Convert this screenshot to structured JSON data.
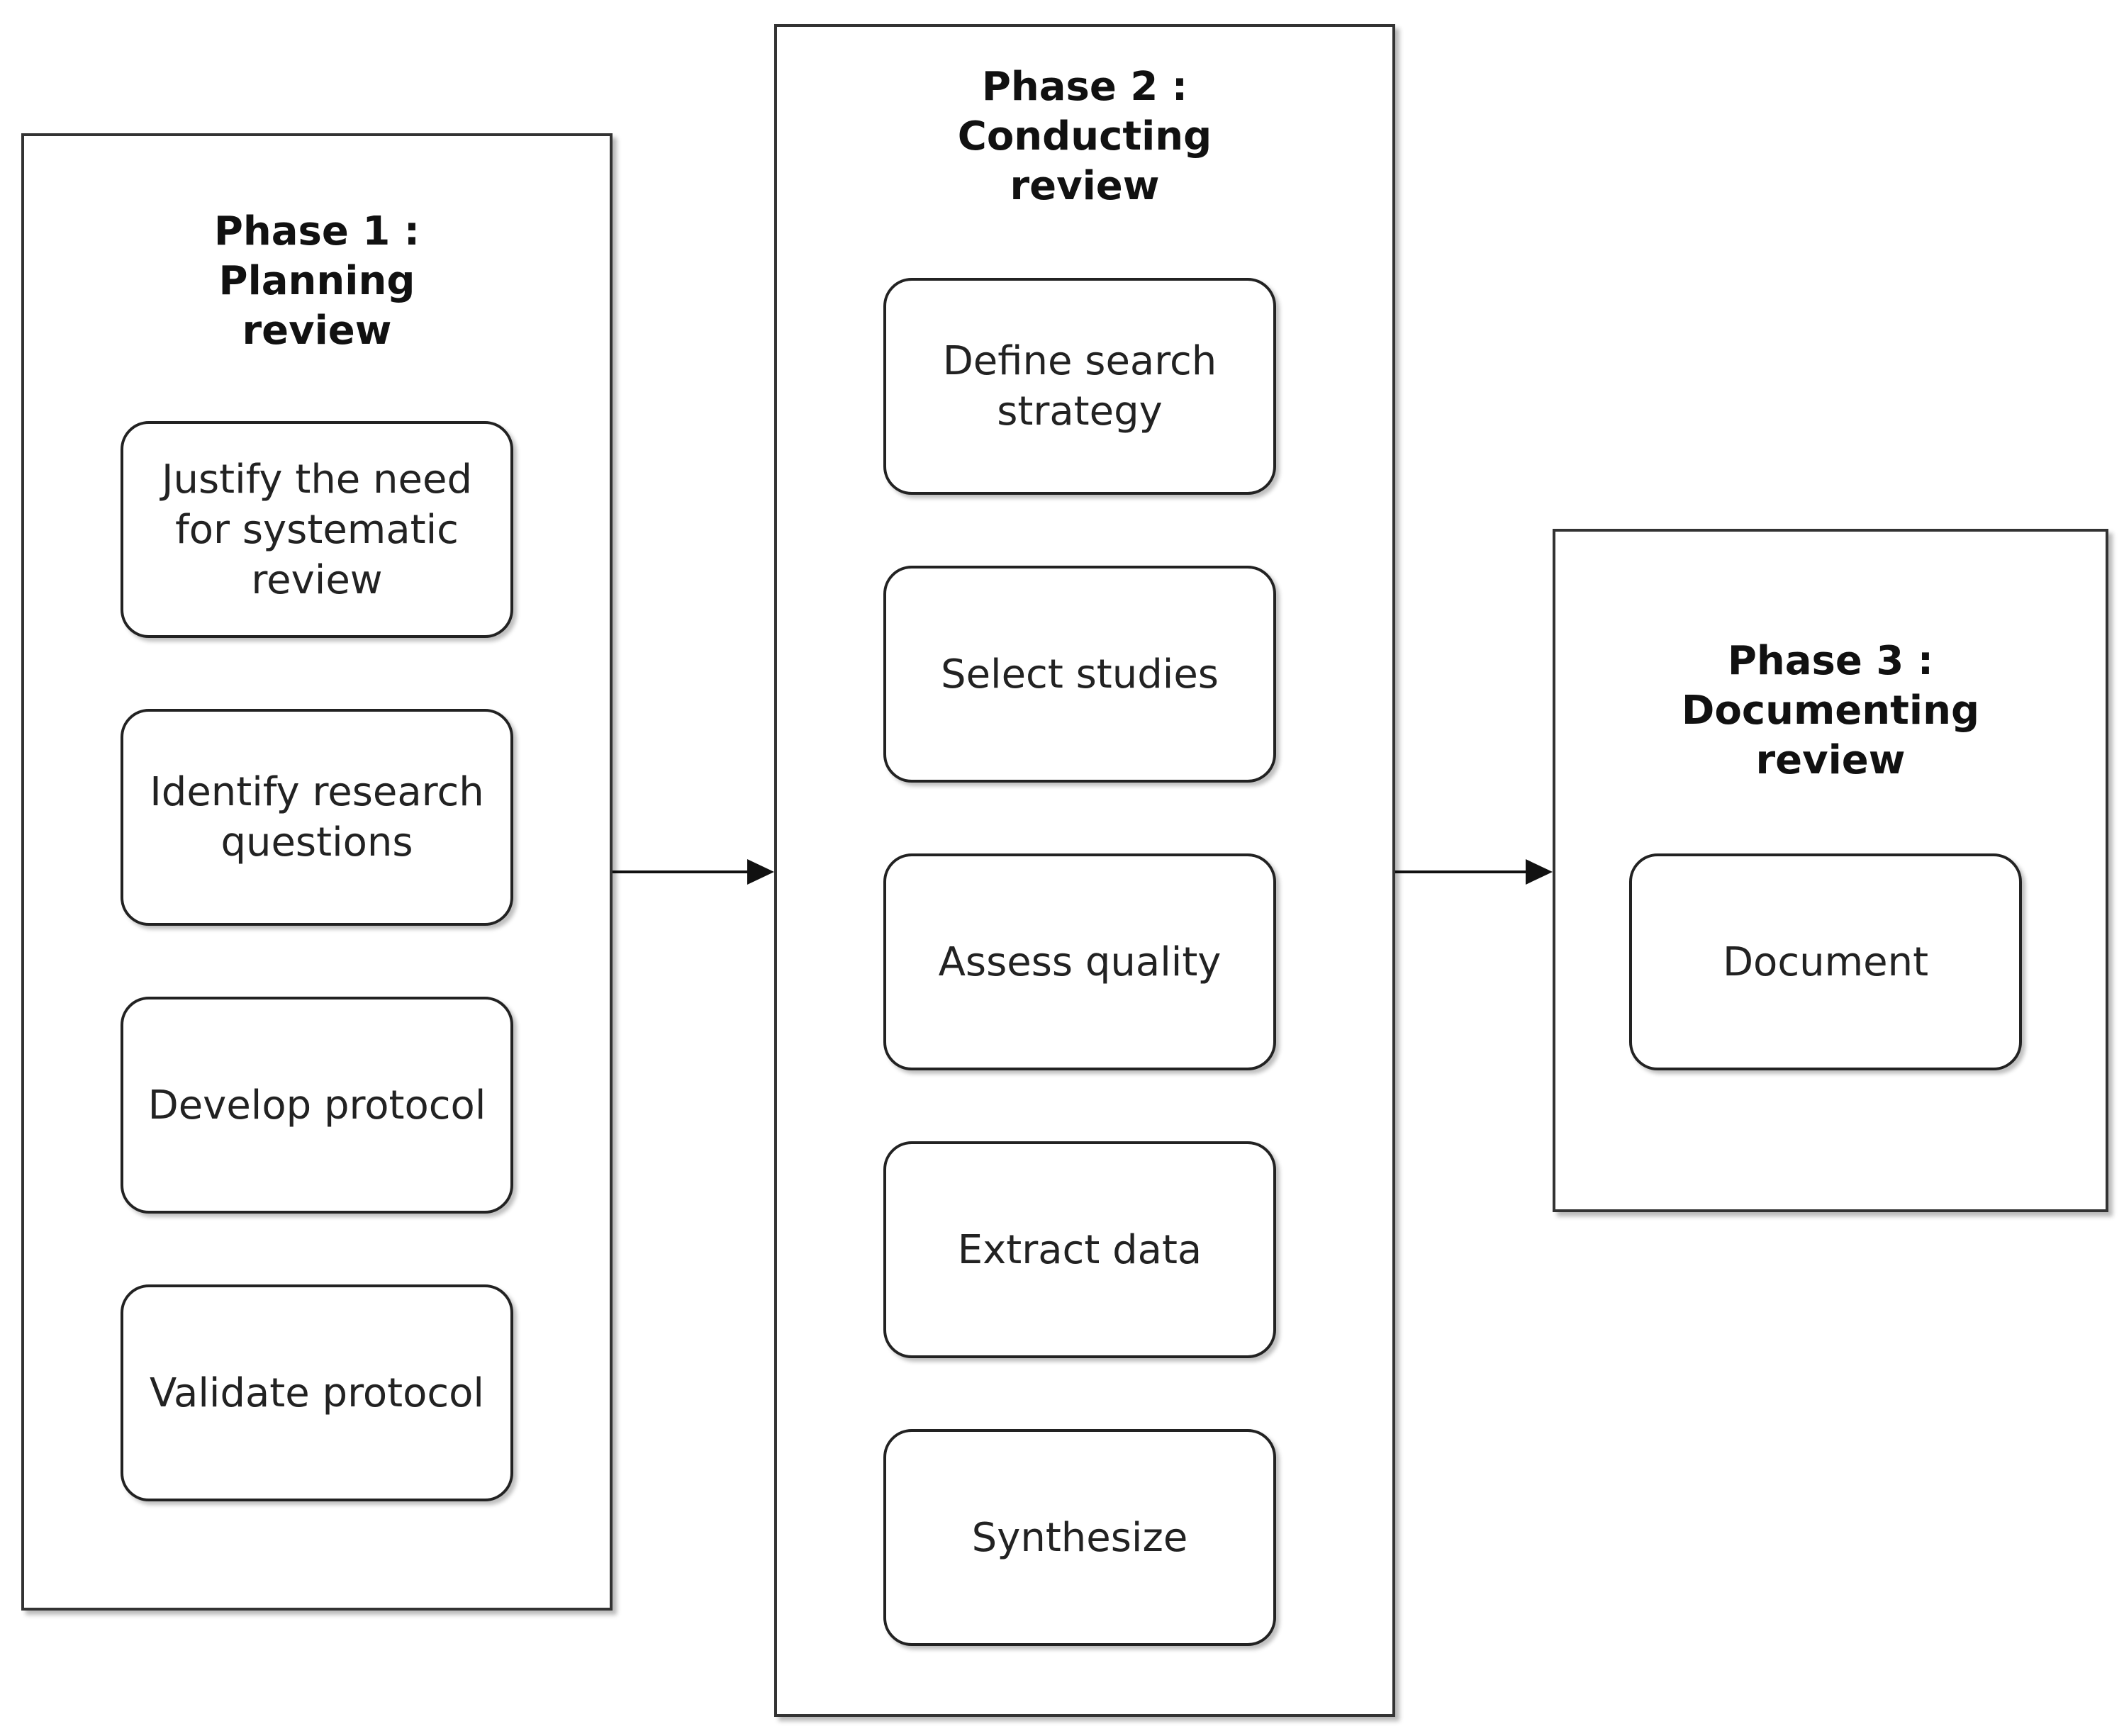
{
  "phases": [
    {
      "title": "Phase 1 :\nPlanning\nreview",
      "steps": [
        "Justify the need\nfor systematic\nreview",
        "Identify research\nquestions",
        "Develop protocol",
        "Validate protocol"
      ]
    },
    {
      "title": "Phase 2 :\nConducting\nreview",
      "steps": [
        "Define search\nstrategy",
        "Select studies",
        "Assess quality",
        "Extract data",
        "Synthesize"
      ]
    },
    {
      "title": "Phase 3 :\nDocumenting\nreview",
      "steps": [
        "Document"
      ]
    }
  ]
}
